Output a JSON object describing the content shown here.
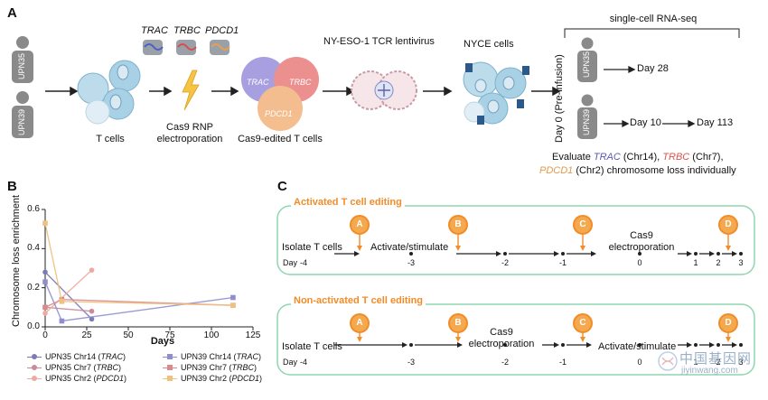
{
  "panels": {
    "a": "A",
    "b": "B",
    "c": "C"
  },
  "panel_a": {
    "donor1": "UPN35",
    "donor2": "UPN39",
    "tcells_label": "T cells",
    "gene_labels": [
      "TRAC",
      "TRBC",
      "PDCD1"
    ],
    "rnp_label_line1": "Cas9 RNP",
    "rnp_label_line2": "electroporation",
    "venn_labels": [
      "TRAC",
      "TRBC",
      "PDCD1"
    ],
    "edited_label": "Cas9-edited T cells",
    "lentivirus_label": "NY-ESO-1 TCR lentivirus",
    "nyce_label": "NYCE cells",
    "scrnaseq_label": "single-cell RNA-seq",
    "day0_label": "Day 0 (Pre-infusion)",
    "upn35_days": [
      "Day 28"
    ],
    "upn39_days": [
      "Day 10",
      "Day 113"
    ],
    "evaluate": {
      "prefix": "Evaluate ",
      "trac": "TRAC",
      "trac_chr": " (Chr14), ",
      "trbc": "TRBC",
      "trbc_chr": " (Chr7),",
      "pdcd1": "PDCD1",
      "pdcd1_rest": " (Chr2) chromosome loss individually"
    },
    "colors": {
      "trac": "#6f6fbf",
      "trbc": "#d9534f",
      "pdcd1": "#f0a868",
      "donor_gray": "#8a8a8a"
    }
  },
  "chart_data": {
    "type": "line",
    "ylabel": "Chromosome loss enrichment",
    "xlabel": "Days",
    "xlim": [
      0,
      125
    ],
    "ylim": [
      0,
      0.6
    ],
    "xticks": [
      0,
      25,
      50,
      75,
      100,
      125
    ],
    "yticks": [
      0.0,
      0.2,
      0.4,
      0.6
    ],
    "series": [
      {
        "name": "UPN35 Chr14 (TRAC)",
        "marker": "circle",
        "color": "#7b7bb8",
        "x": [
          0,
          28
        ],
        "y": [
          0.28,
          0.04
        ]
      },
      {
        "name": "UPN35 Chr7 (TRBC)",
        "marker": "circle",
        "color": "#c98a9a",
        "x": [
          0,
          28
        ],
        "y": [
          0.1,
          0.08
        ]
      },
      {
        "name": "UPN35 Chr2 (PDCD1)",
        "marker": "circle",
        "color": "#eeaaa0",
        "x": [
          0,
          28
        ],
        "y": [
          0.07,
          0.29
        ]
      },
      {
        "name": "UPN39 Chr14 (TRAC)",
        "marker": "square",
        "color": "#8f8fcf",
        "x": [
          0,
          10,
          113
        ],
        "y": [
          0.23,
          0.03,
          0.15
        ]
      },
      {
        "name": "UPN39 Chr7 (TRBC)",
        "marker": "square",
        "color": "#d98a8a",
        "x": [
          0,
          10,
          113
        ],
        "y": [
          0.1,
          0.14,
          0.11
        ]
      },
      {
        "name": "UPN39 Chr2 (PDCD1)",
        "marker": "square",
        "color": "#f0c080",
        "x": [
          0,
          10,
          113
        ],
        "y": [
          0.53,
          0.13,
          0.11
        ]
      }
    ],
    "legend": {
      "col1": [
        {
          "pre": "UPN35 Chr14 (",
          "gene": "TRAC",
          "post": ")"
        },
        {
          "pre": "UPN35 Chr7 (",
          "gene": "TRBC",
          "post": ")"
        },
        {
          "pre": "UPN35 Chr2 (",
          "gene": "PDCD1",
          "post": ")"
        }
      ],
      "col2": [
        {
          "pre": "UPN39 Chr14 (",
          "gene": "TRAC",
          "post": ")"
        },
        {
          "pre": "UPN39 Chr7 (",
          "gene": "TRBC",
          "post": ")"
        },
        {
          "pre": "UPN39 Chr2 (",
          "gene": "PDCD1",
          "post": ")"
        }
      ]
    }
  },
  "panel_c": {
    "activated": {
      "title": "Activated T cell editing",
      "isolate": "Isolate T cells",
      "activate": "Activate/stimulate",
      "cas9_line1": "Cas9",
      "cas9_line2": "electroporation",
      "day_label": "Day",
      "days": [
        "-4",
        "-3",
        "-2",
        "-1",
        "0",
        "1",
        "2",
        "3"
      ],
      "markers": [
        "A",
        "B",
        "C",
        "D"
      ]
    },
    "nonactivated": {
      "title": "Non-activated T cell editing",
      "isolate": "Isolate T cells",
      "cas9_line1": "Cas9",
      "cas9_line2": "electroporation",
      "activate": "Activate/stimulate",
      "day_label": "Day",
      "days": [
        "-4",
        "-3",
        "-2",
        "-1",
        "0",
        "1",
        "2",
        "3"
      ],
      "markers": [
        "A",
        "B",
        "C",
        "D"
      ]
    },
    "box_border": "#8fd6b0",
    "title_color": "#f28c28"
  },
  "watermark": {
    "line1": "中国基因网",
    "line2": "jiyinwang.com"
  }
}
